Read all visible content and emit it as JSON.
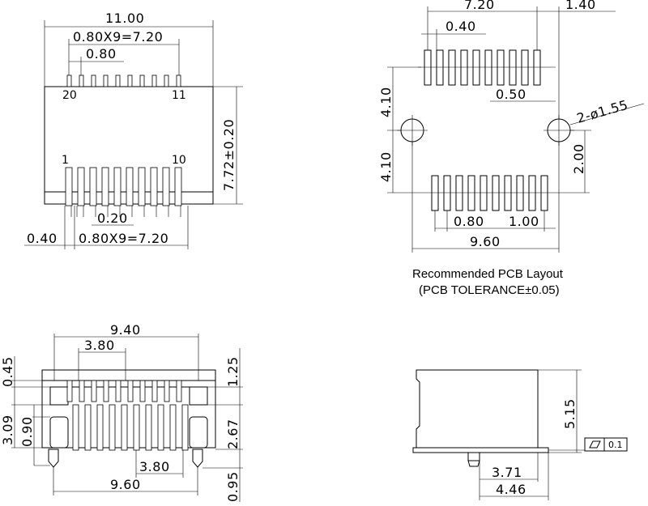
{
  "top_view": {
    "dim_width": "11.00",
    "dim_pitch_total_top": "0.80X9=7.20",
    "dim_pitch_top": "0.80",
    "pin_label_20": "20",
    "pin_label_11": "11",
    "pin_label_1": "1",
    "pin_label_10": "10",
    "dim_height": "7.72±0.20",
    "dim_pin_width": "0.20",
    "dim_offset": "0.40",
    "dim_pitch_total_bottom": "0.80X9=7.20"
  },
  "pcb_layout": {
    "dim_span": "7.20",
    "dim_edge": "1.40",
    "dim_pad_width": "0.40",
    "dim_pad_pitch": "0.50",
    "dim_hole": "2-ø1.55",
    "dim_upper_row": "4.10",
    "dim_lower_row": "4.10",
    "dim_hole_offset": "2.00",
    "dim_bottom_pitch": "0.80",
    "dim_bottom_pad": "1.00",
    "dim_overall": "9.60",
    "caption_line1": "Recommended PCB Layout",
    "caption_line2": "(PCB TOLERANCE±0.05)"
  },
  "front_view": {
    "dim_top_width": "9.40",
    "dim_inner_top": "3.80",
    "dim_045": "0.45",
    "dim_309": "3.09",
    "dim_090": "0.90",
    "dim_125": "1.25",
    "dim_267": "2.67",
    "dim_inner_bottom": "3.80",
    "dim_bottom_width": "9.60",
    "dim_095": "0.95"
  },
  "side_view": {
    "dim_height": "5.15",
    "dim_371": "3.71",
    "dim_446": "4.46",
    "flatness_value": "0.1"
  }
}
